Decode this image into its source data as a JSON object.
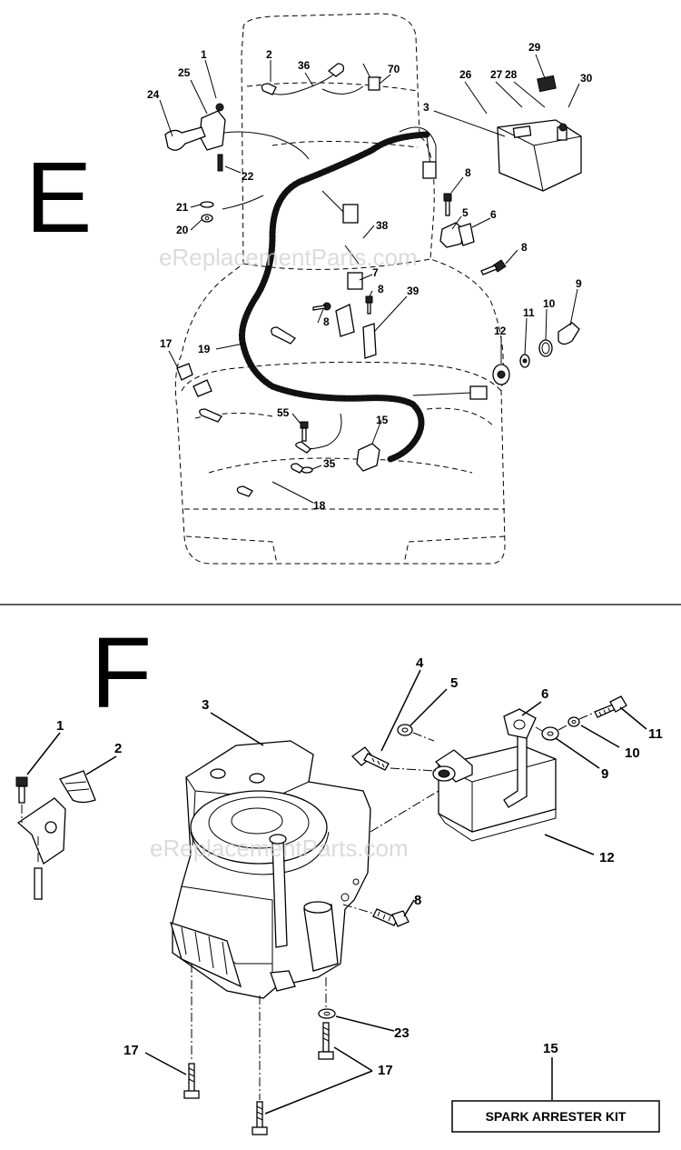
{
  "sections": {
    "e": {
      "letter": "E",
      "watermark": "eReplacementParts.com",
      "callouts": [
        "1",
        "2",
        "36",
        "70",
        "29",
        "25",
        "24",
        "26",
        "27",
        "28",
        "30",
        "3",
        "22",
        "8",
        "21",
        "20",
        "38",
        "5",
        "6",
        "8",
        "7",
        "8",
        "39",
        "8",
        "17",
        "19",
        "12",
        "11",
        "10",
        "9",
        "55",
        "15",
        "35",
        "18"
      ]
    },
    "f": {
      "letter": "F",
      "watermark": "eReplacementParts.com",
      "callouts": [
        "3",
        "4",
        "5",
        "6",
        "1",
        "2",
        "11",
        "10",
        "9",
        "12",
        "8",
        "23",
        "17",
        "17",
        "15"
      ],
      "kit_label": "SPARK ARRESTER KIT"
    }
  }
}
